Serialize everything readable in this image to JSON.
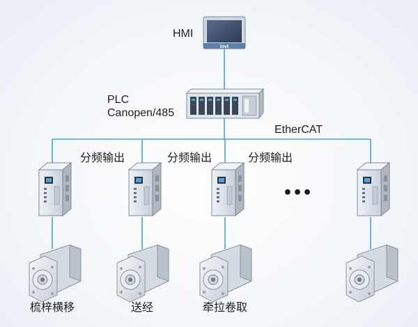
{
  "hmi": {
    "label": "HMI",
    "brand": "invt"
  },
  "plc": {
    "label_line1": "PLC",
    "label_line2": "Canopen/485"
  },
  "bus": {
    "label": "EtherCAT"
  },
  "branches": [
    {
      "signal_label": "分频输出"
    },
    {
      "signal_label": "分频输出"
    },
    {
      "signal_label": "分频输出"
    }
  ],
  "ellipsis": "•••",
  "motors": [
    {
      "label": "梳梓横移"
    },
    {
      "label": "送经"
    },
    {
      "label": "牵拉卷取"
    },
    {
      "label": ""
    }
  ],
  "colors": {
    "line": "#4a9fd6",
    "device": "#dfe5ec",
    "accent": "#3a6fa0"
  }
}
